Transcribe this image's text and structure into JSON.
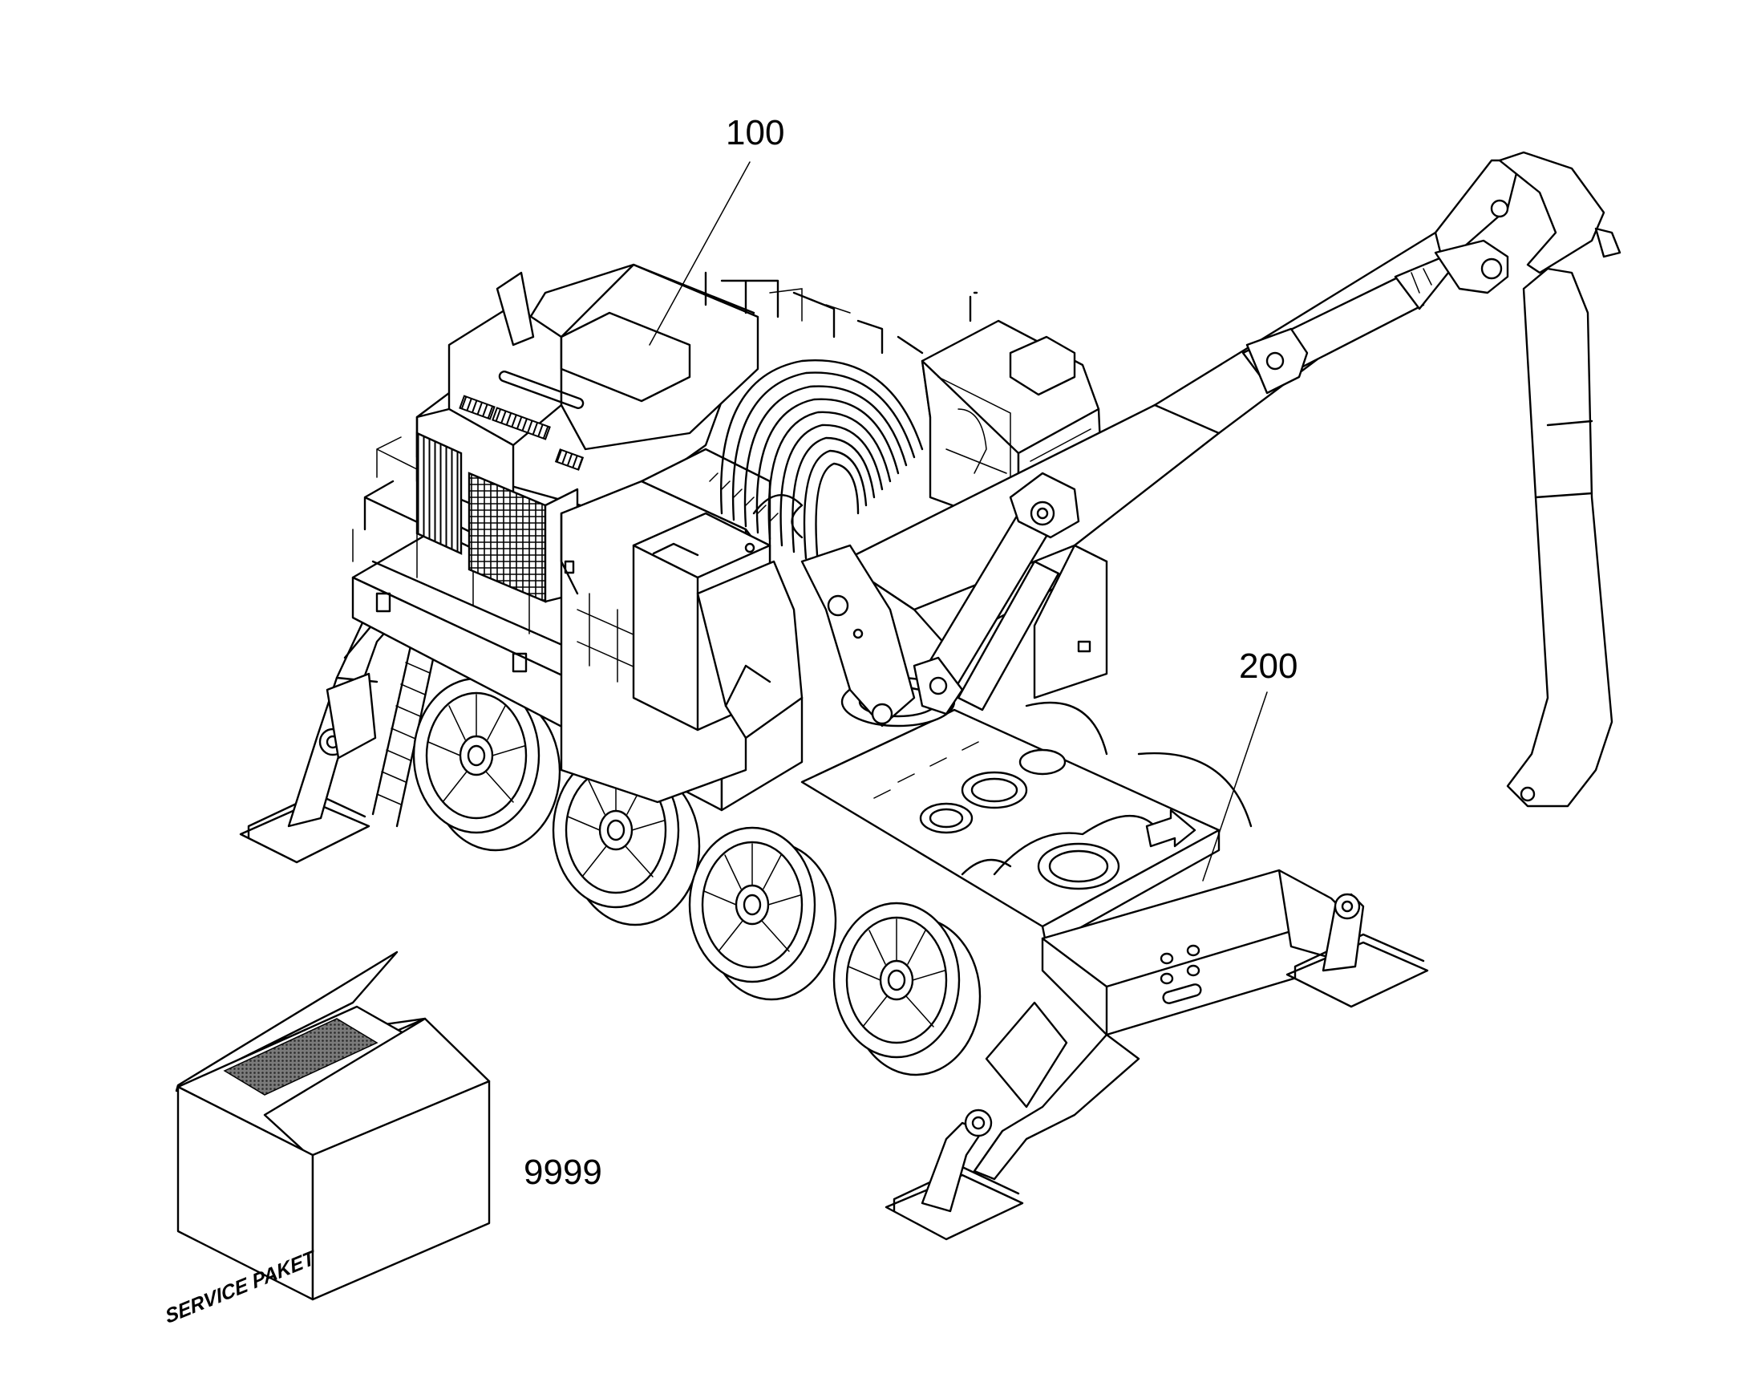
{
  "callouts": {
    "superstructure": "100",
    "undercarriage": "200",
    "service_kit": "9999"
  },
  "service_box": {
    "label": "SERVICE PAKET"
  },
  "colors": {
    "line": "#000000",
    "background": "#ffffff",
    "shading": "#555555"
  }
}
